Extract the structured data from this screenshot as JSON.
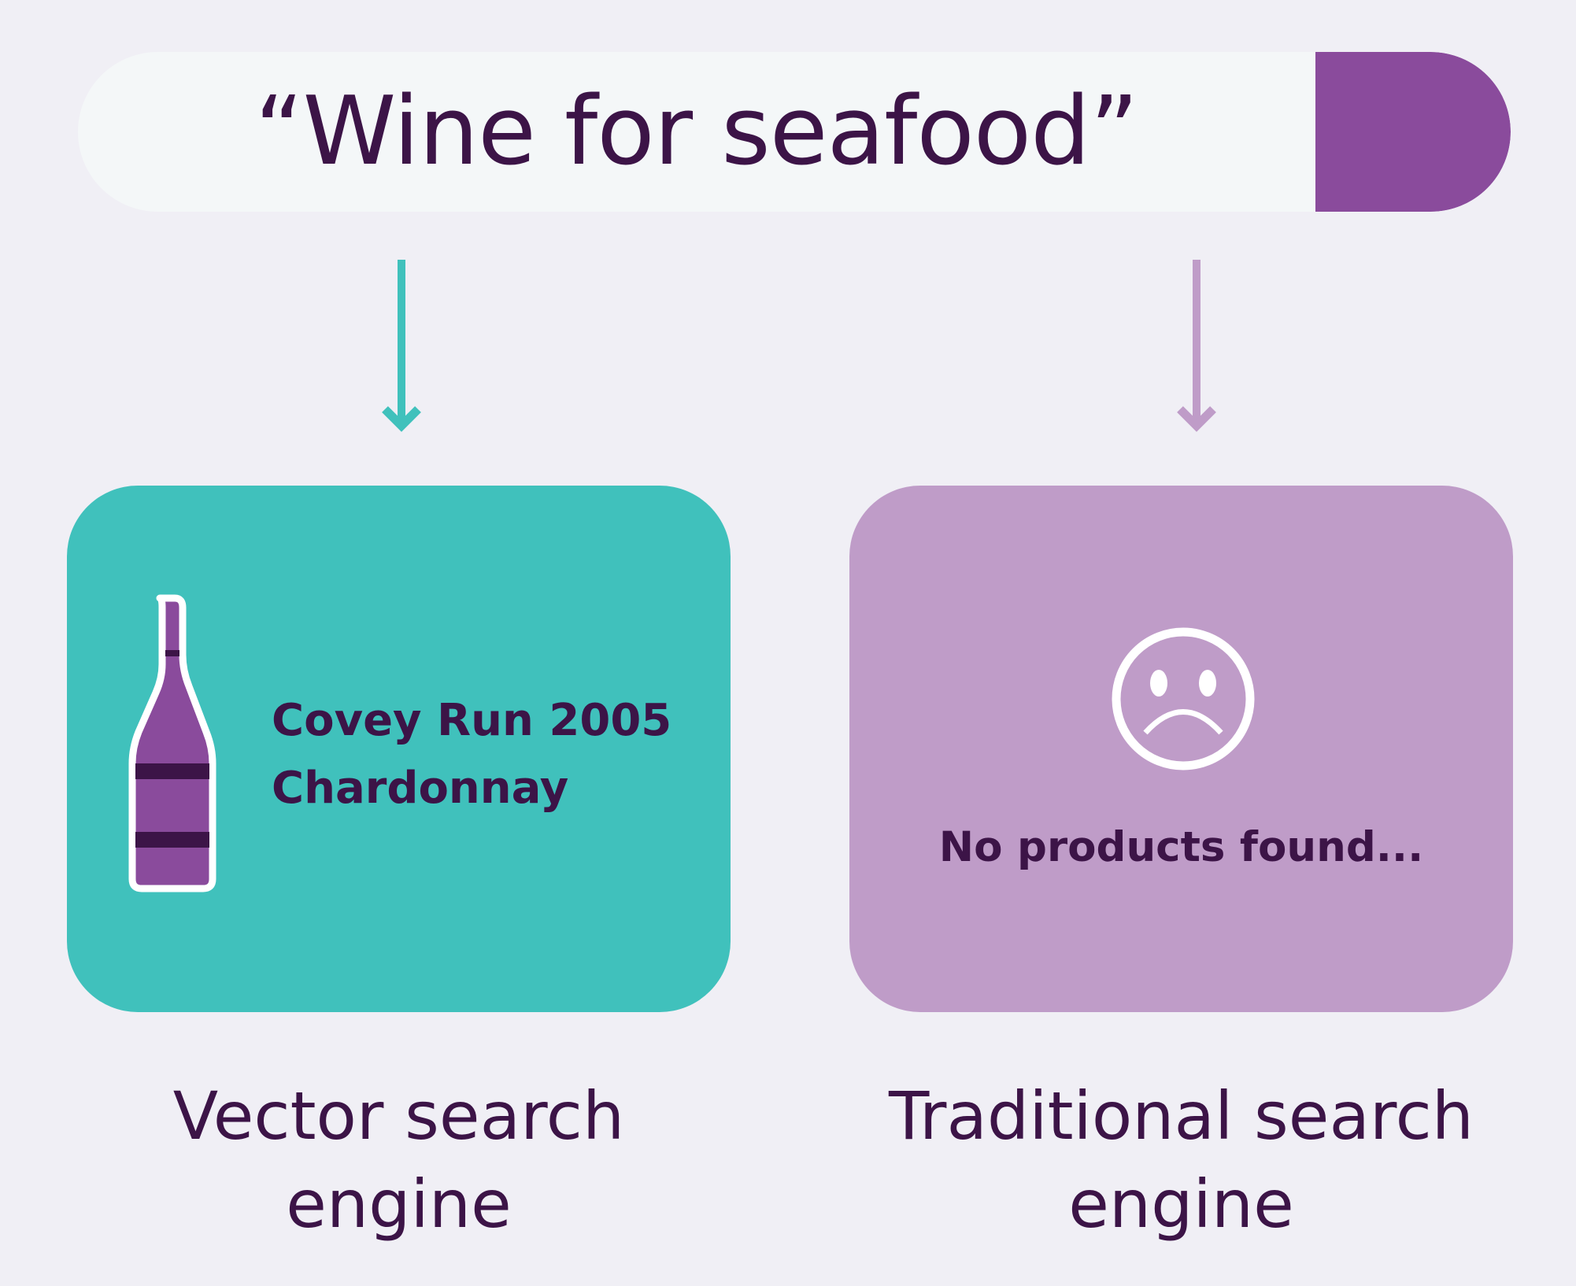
{
  "search": {
    "query": "“Wine for seafood”"
  },
  "vector": {
    "result_line1": "Covey Run 2005",
    "result_line2": "Chardonnay",
    "label_line1": "Vector search",
    "label_line2": "engine"
  },
  "traditional": {
    "empty_message": "No products found...",
    "label_line1": "Traditional search",
    "label_line2": "engine"
  },
  "colors": {
    "background": "#f0eff5",
    "search_bar": "#f4f7f8",
    "accent_purple": "#8a4b9c",
    "vector_teal": "#40c1bc",
    "traditional_lilac": "#bf9cc8",
    "text_dark": "#3c1447"
  },
  "icons": [
    "wine-bottle-icon",
    "sad-face-icon",
    "arrow-down-icon"
  ]
}
